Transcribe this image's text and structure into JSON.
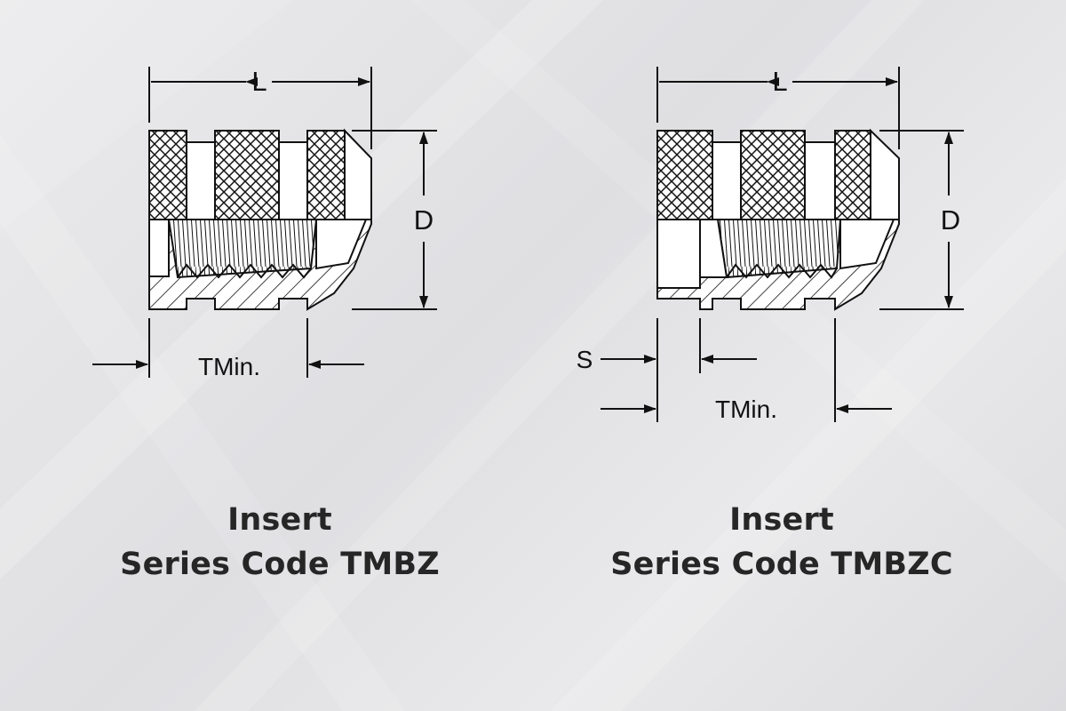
{
  "diagrams": [
    {
      "id": "tmbz",
      "labels": {
        "length": "L",
        "diameter": "D",
        "thickness": "TMin."
      },
      "caption": {
        "line1": "Insert",
        "line2": "Series Code TMBZ"
      }
    },
    {
      "id": "tmbzc",
      "labels": {
        "length": "L",
        "diameter": "D",
        "thickness": "TMin.",
        "step": "S"
      },
      "caption": {
        "line1": "Insert",
        "line2": "Series Code TMBZC"
      }
    }
  ],
  "colors": {
    "line": "#111111",
    "body_fill": "#ffffff",
    "background": "#e4e4e6",
    "caption": "#262626"
  }
}
